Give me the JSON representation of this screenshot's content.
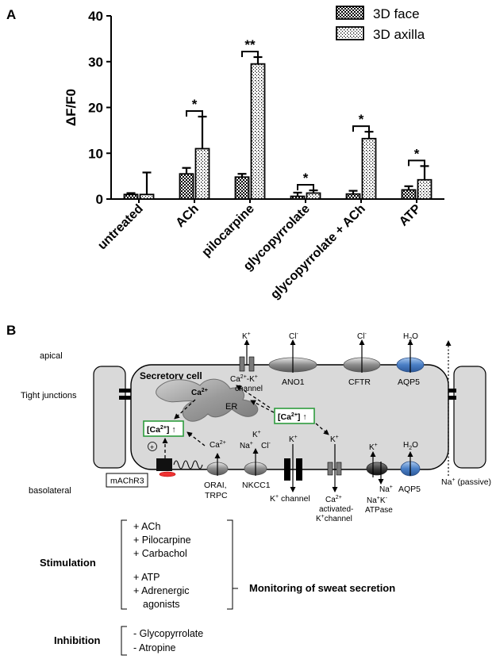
{
  "panelA": {
    "label": "A",
    "chart_data": {
      "type": "bar",
      "ylabel": "ΔF/F0",
      "ylim": [
        0,
        40
      ],
      "yticks": [
        0,
        10,
        20,
        30,
        40
      ],
      "categories": [
        "untreated",
        "ACh",
        "pilocarpine",
        "glycopyrrolate",
        "glycopyrrolate + ACh",
        "ATP"
      ],
      "series": [
        {
          "name": "3D face",
          "pattern": "checker",
          "values": [
            1.0,
            5.5,
            4.8,
            0.6,
            1.1,
            2.0
          ],
          "errors": [
            0.3,
            1.3,
            0.7,
            0.8,
            0.7,
            0.8
          ]
        },
        {
          "name": "3D axilla",
          "pattern": "dots",
          "values": [
            1.0,
            11.0,
            29.5,
            1.3,
            13.2,
            4.2
          ],
          "errors": [
            4.8,
            7.0,
            1.5,
            0.6,
            1.5,
            3.0
          ]
        }
      ],
      "significance": [
        "",
        "*",
        "**",
        "*",
        "*",
        "*"
      ],
      "legend_position": "top-right"
    }
  },
  "panelB": {
    "label": "B",
    "left_labels": {
      "apical": "apical",
      "tight_junctions": "Tight junctions",
      "basolateral": "basolateral"
    },
    "cell_title": "Secretory cell",
    "er": {
      "label": "ER",
      "ca": "Ca",
      "ca_sup": "2+"
    },
    "calcium_boxes": {
      "text": "[Ca",
      "sup": "2+",
      "close": "] ↑"
    },
    "plus_sign": "+",
    "receptor": "mAChR3",
    "apical": {
      "k_channel": {
        "ion": "K",
        "ion_sup": "+",
        "line1a": "Ca",
        "line1a_sup": "2+",
        "line1b": "-K",
        "line1b_sup": "+",
        "line2": "channel"
      },
      "ano1": {
        "ion": "Cl",
        "ion_sup": "-",
        "label": "ANO1"
      },
      "cftr": {
        "ion": "Cl",
        "ion_sup": "-",
        "label": "CFTR"
      },
      "aqp5": {
        "ion": "H",
        "ion_sub": "2",
        "ion_end": "O",
        "label": "AQP5"
      }
    },
    "basolateral": {
      "orai": {
        "ion": "Ca",
        "ion_sup": "2+",
        "line1": "ORAI,",
        "line2": "TRPC"
      },
      "nkcc1": {
        "k": "K",
        "k_sup": "+",
        "na": "Na",
        "na_sup": "+",
        "cl": "Cl",
        "cl_sup": "-",
        "label": "NKCC1"
      },
      "k_channel": {
        "ion": "K",
        "ion_sup": "+",
        "label": "K",
        "label_sup": "+",
        "label_end": " channel"
      },
      "ca_k_channel": {
        "ion": "K",
        "ion_sup": "+",
        "l1": "Ca",
        "l1_sup": "2+",
        "l2": "activated-",
        "l3": "K",
        "l3_sup": "+",
        "l3_end": "channel"
      },
      "atpase": {
        "k": "K",
        "k_sup": "+",
        "na": "Na",
        "na_sup": "+",
        "l1a": "Na",
        "l1a_sup": "+",
        "l1b": "K",
        "l1b_sup": "-",
        "l2": "ATPase"
      },
      "aqp5": {
        "ion": "H",
        "ion_sub": "2",
        "ion_end": "O",
        "label": "AQP5"
      },
      "passive": {
        "na": "Na",
        "na_sup": "+",
        "rest": " (passive)"
      }
    },
    "stimulation": {
      "heading": "Stimulation",
      "items": [
        "+ ACh",
        "+ Pilocarpine",
        "+ Carbachol",
        "+ ATP",
        "+ Adrenergic",
        "agonists"
      ]
    },
    "inhibition": {
      "heading": "Inhibition",
      "items": [
        "- Glycopyrrolate",
        "- Atropine"
      ]
    },
    "monitoring": "Monitoring of sweat secretion"
  }
}
